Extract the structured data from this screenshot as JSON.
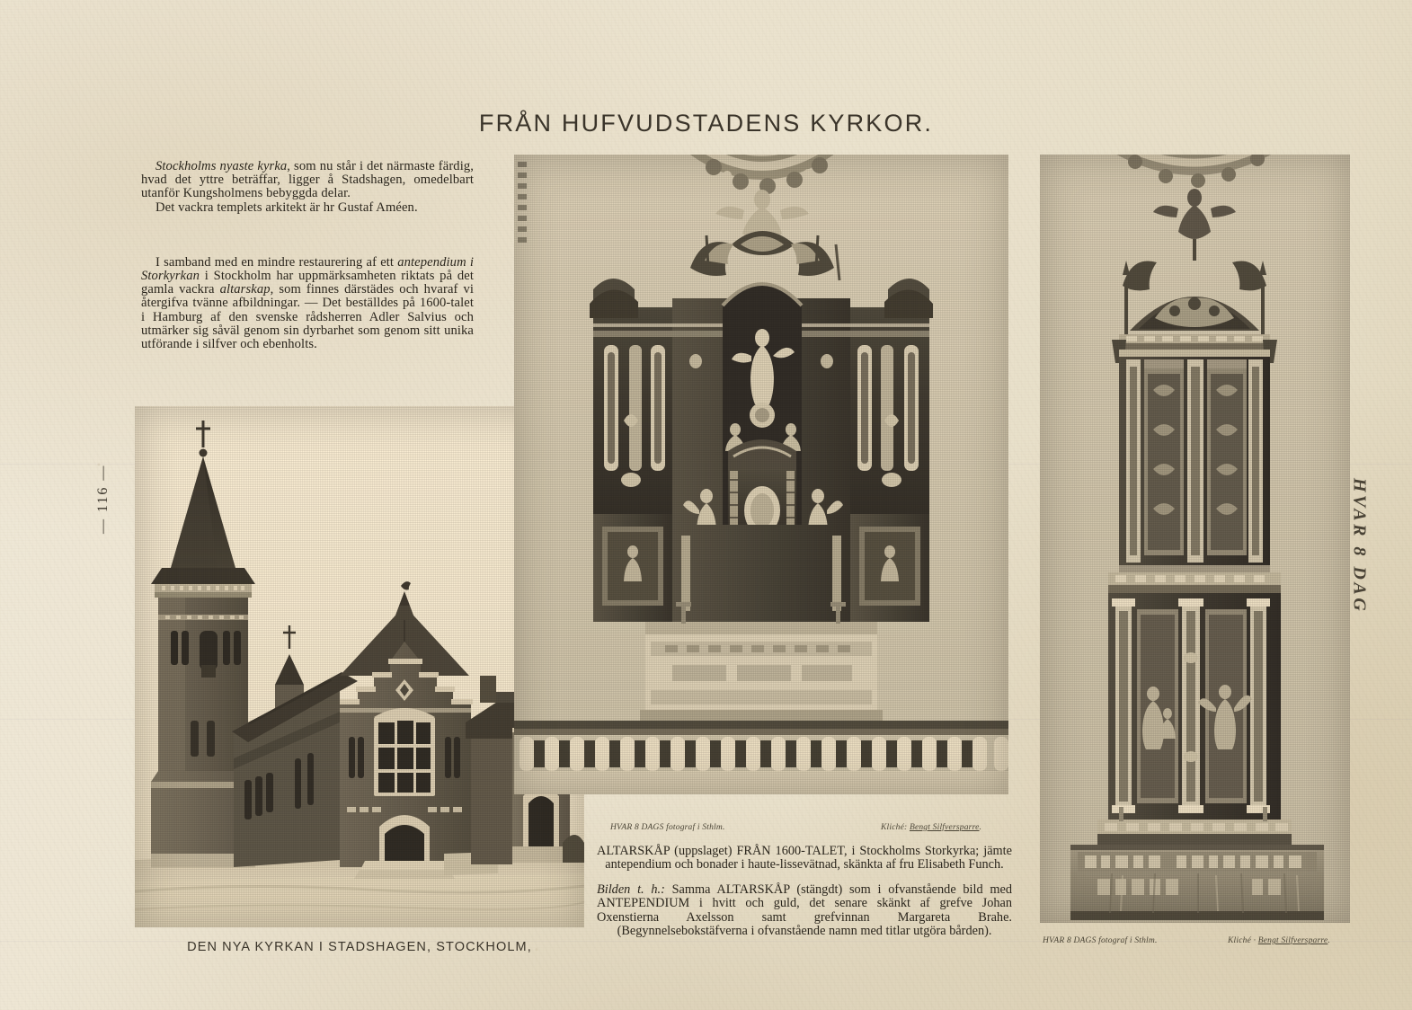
{
  "page": {
    "headline": "FRÅN HUFVUDSTADENS KYRKOR.",
    "folio_left": "— 116 —",
    "folio_right": "HVAR 8 DAG",
    "paper_color": "#ece4d1",
    "ink_color": "#2b261d"
  },
  "article": {
    "para1": {
      "lead_italic": "Stockholms nyaste kyrka",
      "rest": ", som nu står i det närmaste färdig, hvad det yttre beträffar, ligger å Stadshagen, omedelbart utanför Kungsholmens bebyggda delar."
    },
    "para2": "Det vackra templets arkitekt är hr Gustaf Améen.",
    "para3": {
      "t1": "I samband med en mindre restaurering af ett ",
      "i1": "antependium i Storkyrkan",
      "t2": " i Stockholm har uppmärksamheten riktats på det gamla vackra ",
      "i2": "altarskap,",
      "t3": " som finnes därstädes och hvaraf vi återgifva tvänne afbildningar. — Det beställdes på 1600-talet i Hamburg af den svenske rådsherren Adler Salvius och utmärker sig såväl genom sin dyrbarhet som genom sitt unika utförande i silfver och ebenholts."
    }
  },
  "figures": {
    "church": {
      "caption": "DEN NYA KYRKAN I STADSHAGEN, STOCKHOLM,",
      "subject": "brick church with tower, spire and cross, Stadshagen Stockholm"
    },
    "altar_open": {
      "credit_left": "HVAR 8 DAGS fotograf i Sthlm.",
      "credit_right_prefix": "Kliché: ",
      "credit_right_name": "Bengt Silfversparre",
      "credit_right_suffix": ".",
      "caption_line1": "ALTARSKÅP (uppslaget) FRÅN 1600-TALET, i Stockholms",
      "caption_line2": "Storkyrka; jämte antependium och bonader i haute-lissevätnad,",
      "caption_line3": "skänkta af fru Elisabeth Funch.",
      "subject": "open baroque silver and ebony altarpiece, Storkyrkan"
    },
    "altar_closed": {
      "credit_left": "HVAR 8 DAGS fotograf i Sthlm.",
      "credit_right_prefix": "Kliché · ",
      "credit_right_name": "Bengt Silfversparre",
      "credit_right_suffix": ".",
      "lead": "Bilden t. h.:",
      "body": " Samma ALTARSKÅP (stängdt) som i ofvanstående bild med ANTEPENDIUM i hvitt och guld, det senare skänkt af grefve Johan Oxenstierna Axelsson samt grefvinnan Margareta Brahe. (Begynnelsebokstäfverna i ofvanstående namn med titlar utgöra bården).",
      "subject": "closed baroque altarpiece with white and gold antependium"
    }
  }
}
